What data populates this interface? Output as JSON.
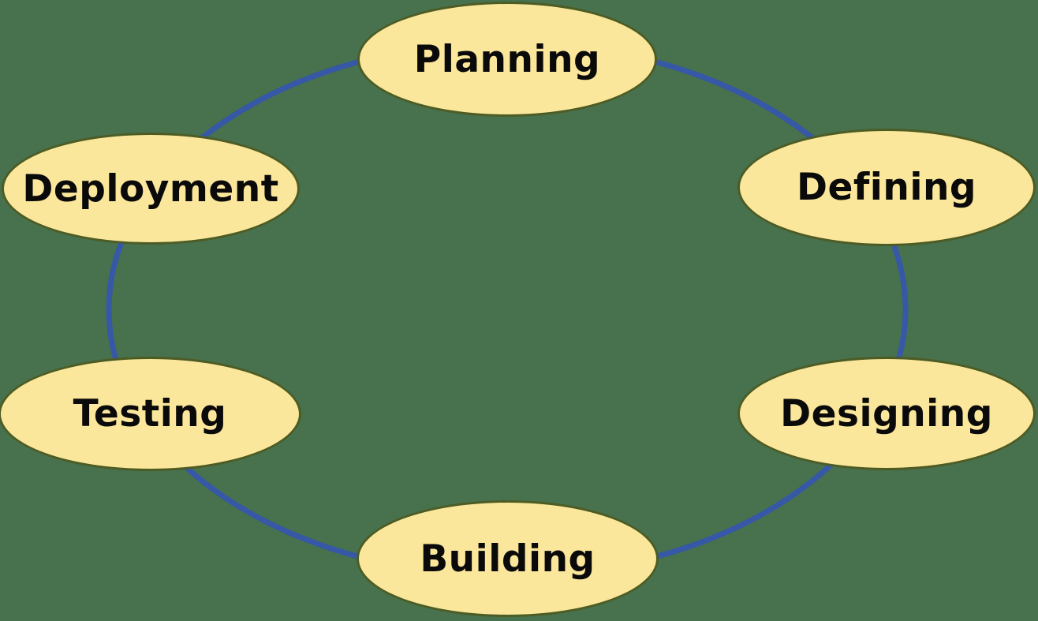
{
  "diagram": {
    "type": "cycle",
    "nodes": [
      {
        "id": "planning",
        "label": "Planning",
        "position": "top"
      },
      {
        "id": "defining",
        "label": "Defining",
        "position": "upper-right"
      },
      {
        "id": "designing",
        "label": "Designing",
        "position": "lower-right"
      },
      {
        "id": "building",
        "label": "Building",
        "position": "bottom"
      },
      {
        "id": "testing",
        "label": "Testing",
        "position": "lower-left"
      },
      {
        "id": "deployment",
        "label": "Deployment",
        "position": "upper-left"
      }
    ],
    "flow_order": [
      "Planning",
      "Defining",
      "Designing",
      "Building",
      "Testing",
      "Deployment"
    ],
    "colors": {
      "background": "#48714E",
      "node_fill": "#FBE79B",
      "node_border": "#4C5C24",
      "ring_stroke": "#3658A6",
      "label_text": "#0A0A0A"
    }
  }
}
